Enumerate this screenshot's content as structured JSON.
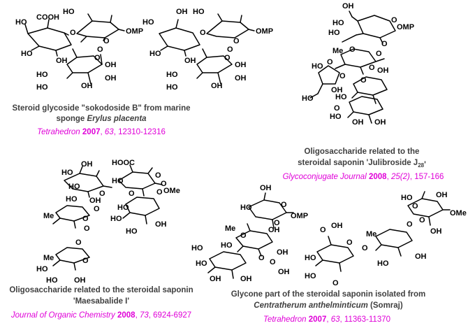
{
  "structures": [
    {
      "id": "s1",
      "caption_lines": [
        [
          {
            "t": "Steroid glycoside \"sokodoside B\" from marine"
          }
        ],
        [
          {
            "t": "sponge "
          },
          {
            "t": "Erylus placenta",
            "i": true
          }
        ]
      ],
      "reference": [
        {
          "t": "Tetrahedron",
          "i": true
        },
        {
          "t": " "
        },
        {
          "t": "2007",
          "b": true
        },
        {
          "t": ", "
        },
        {
          "t": "63",
          "i": true
        },
        {
          "t": ", 12310-12316"
        }
      ],
      "labels": [
        "HO",
        "COOH",
        "O",
        "O",
        "HO",
        "OMP",
        "HO",
        "OH",
        "O",
        "O",
        "HO",
        "HO",
        "OH",
        "OH",
        "OH"
      ]
    },
    {
      "id": "s2",
      "caption_lines": [],
      "reference": [],
      "labels": [
        "HO",
        "OH",
        "O",
        "O",
        "HO",
        "OMP",
        "HO",
        "OH",
        "O",
        "O",
        "HO",
        "HO",
        "OH",
        "OH",
        "OH"
      ]
    },
    {
      "id": "s3",
      "caption_lines": [
        [
          {
            "t": "Oligosaccharide related to the"
          }
        ],
        [
          {
            "t": "steroidal saponin 'Julibroside J"
          },
          {
            "t": "28",
            "sub": true
          },
          {
            "t": "'"
          }
        ]
      ],
      "reference": [
        {
          "t": "Glycoconjugate Journal",
          "i": true
        },
        {
          "t": " "
        },
        {
          "t": "2008",
          "b": true
        },
        {
          "t": ", "
        },
        {
          "t": "25(2)",
          "i": true
        },
        {
          "t": ", 157-166"
        }
      ],
      "labels": [
        "OH",
        "HO",
        "O",
        "HO",
        "OMP",
        "O",
        "Me",
        "O",
        "O",
        "HO",
        "O",
        "O",
        "OH",
        "O",
        "HO",
        "OH",
        "O",
        "HO",
        "O",
        "HO",
        "OH",
        "OH"
      ]
    },
    {
      "id": "s4",
      "caption_lines": [
        [
          {
            "t": "Oligosaccharide related to the steroidal saponin"
          }
        ],
        [
          {
            "t": "'Maesabalide I'"
          }
        ]
      ],
      "reference": [
        {
          "t": "Journal of Organic Chemistry",
          "i": true
        },
        {
          "t": " "
        },
        {
          "t": "2008",
          "b": true
        },
        {
          "t": ", "
        },
        {
          "t": "73",
          "i": true
        },
        {
          "t": ", 6924-6927"
        }
      ],
      "labels": [
        "HO",
        "OH",
        "HOOC",
        "O",
        "HO",
        "O",
        "O",
        "HO",
        "O",
        "OMe",
        "HO",
        "OH",
        "HO",
        "O",
        "O",
        "Me",
        "O",
        "HO",
        "HO",
        "OH",
        "O",
        "O",
        "Me",
        "O",
        "HO",
        "HO",
        "OH"
      ]
    },
    {
      "id": "s5",
      "caption_lines": [
        [
          {
            "t": "Glycone part of the steroidal saponin isolated from"
          }
        ],
        [
          {
            "t": "Centratherum anthelminticum",
            "i": true
          },
          {
            "t": " (Somraj)"
          }
        ]
      ],
      "reference": [
        {
          "t": "Tetrahedron",
          "i": true
        },
        {
          "t": " "
        },
        {
          "t": "2007",
          "b": true
        },
        {
          "t": ", "
        },
        {
          "t": "63",
          "i": true
        },
        {
          "t": ", 11363-11370"
        }
      ],
      "labels": [
        "OH",
        "OMP",
        "HO",
        "O",
        "OH",
        "O",
        "Me",
        "O",
        "OH",
        "HO",
        "O",
        "O",
        "OH",
        "HO",
        "HO",
        "OH",
        "OH",
        "O",
        "O",
        "HO",
        "HO",
        "O",
        "O",
        "OH",
        "Me",
        "O",
        "OH",
        "HO",
        "OH",
        "OMe",
        "HO",
        "O",
        "O",
        "OH"
      ]
    }
  ]
}
